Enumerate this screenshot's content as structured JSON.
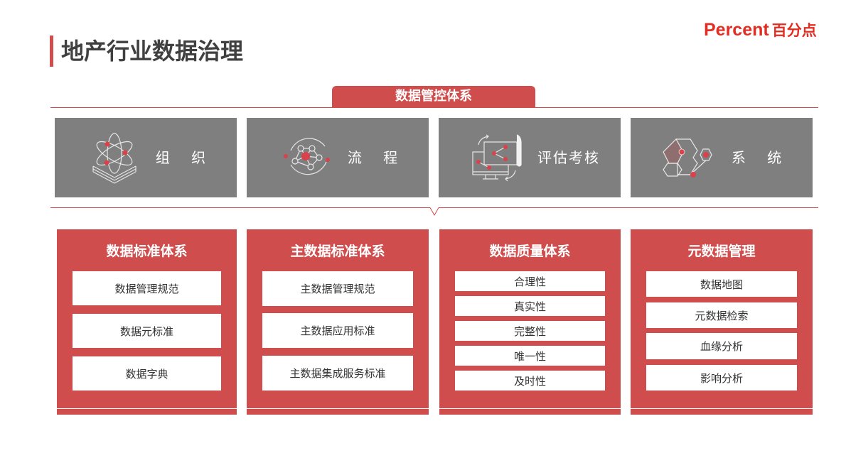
{
  "header": {
    "title": "地产行业数据治理",
    "logo": {
      "en": "Percent",
      "cn": "百分点",
      "color": "#e32c22"
    }
  },
  "colors": {
    "accent": "#cf4d4d",
    "card_gray": "#7f7f7f",
    "title_text": "#404040"
  },
  "control_system": {
    "label": "数据管控体系",
    "pillars": [
      {
        "label": "组 织",
        "icon": "atom-layers-icon"
      },
      {
        "label": "流 程",
        "icon": "network-nodes-icon"
      },
      {
        "label": "评估考核",
        "icon": "monitor-document-icon"
      },
      {
        "label": "系 统",
        "icon": "hexagon-system-icon"
      }
    ]
  },
  "systems": [
    {
      "title": "数据标准体系",
      "items": [
        "数据管理规范",
        "数据元标准",
        "数据字典"
      ]
    },
    {
      "title": "主数据标准体系",
      "items": [
        "主数据管理规范",
        "主数据应用标准",
        "主数据集成服务标准"
      ]
    },
    {
      "title": "数据质量体系",
      "items": [
        "合理性",
        "真实性",
        "完整性",
        "唯一性",
        "及时性"
      ]
    },
    {
      "title": "元数据管理",
      "items": [
        "数据地图",
        "元数据检索",
        "血缘分析",
        "影响分析"
      ]
    }
  ]
}
